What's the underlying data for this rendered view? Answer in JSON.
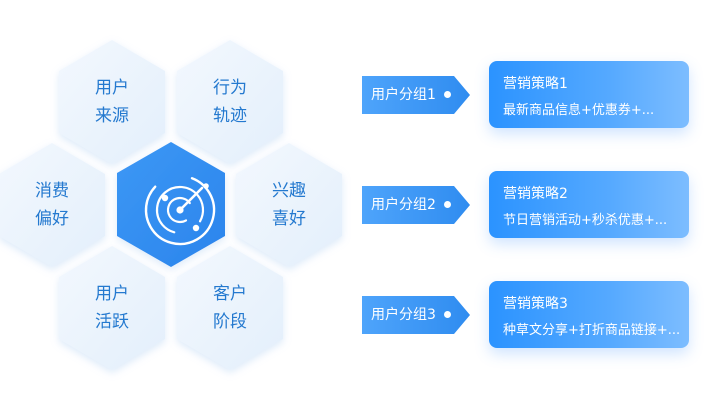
{
  "hexagons": {
    "top_left": "用户\n来源",
    "top_right": "行为\n轨迹",
    "mid_left": "消费\n偏好",
    "mid_right": "兴趣\n喜好",
    "bottom_left": "用户\n活跃",
    "bottom_right": "客户\n阶段"
  },
  "center_icon": "radar-icon",
  "groups": [
    {
      "label": "用户分组1",
      "strategy_title": "营销策略1",
      "strategy_desc": "最新商品信息+优惠券+..."
    },
    {
      "label": "用户分组2",
      "strategy_title": "营销策略2",
      "strategy_desc": "节日营销活动+秒杀优惠+..."
    },
    {
      "label": "用户分组3",
      "strategy_title": "营销策略3",
      "strategy_desc": "种草文分享+打折商品链接+..."
    }
  ],
  "colors": {
    "hex_fill": "#eaf3fc",
    "hex_text": "#2479cf",
    "center_fill": "#2f8cf0",
    "tag_fill": "#3d97f7",
    "card_gradient_start": "#2b93ff",
    "card_gradient_end": "#7dbdff"
  }
}
